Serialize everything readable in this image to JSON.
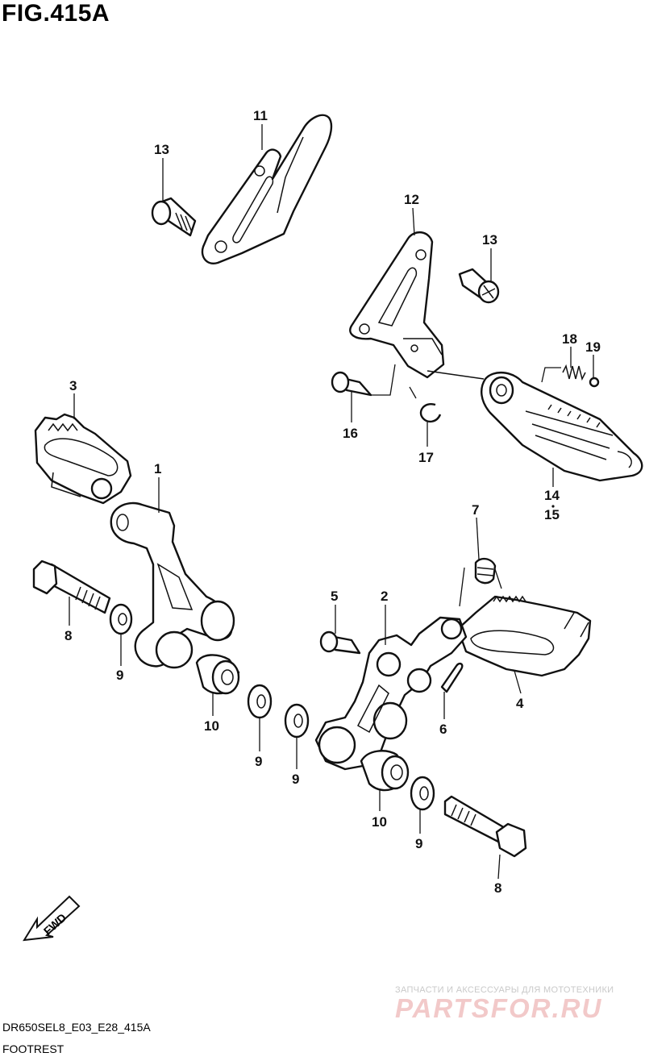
{
  "figure": {
    "title": "FIG.415A",
    "code": "DR650SEL8_E03_E28_415A",
    "name": "FOOTREST",
    "fwd_label": "FWD"
  },
  "watermark": {
    "tagline": "ЗАПЧАСТИ И АКСЕССУАРЫ ДЛЯ МОТОТЕХНИКИ",
    "logo": "PARTSFOR.RU"
  },
  "callouts": [
    {
      "id": "c11",
      "label": "11"
    },
    {
      "id": "c13a",
      "label": "13"
    },
    {
      "id": "c12",
      "label": "12"
    },
    {
      "id": "c13b",
      "label": "13"
    },
    {
      "id": "c18",
      "label": "18"
    },
    {
      "id": "c19",
      "label": "19"
    },
    {
      "id": "c16",
      "label": "16"
    },
    {
      "id": "c17",
      "label": "17"
    },
    {
      "id": "c14",
      "label": "14"
    },
    {
      "id": "c15",
      "label": "15"
    },
    {
      "id": "c3",
      "label": "3"
    },
    {
      "id": "c1",
      "label": "1"
    },
    {
      "id": "c8a",
      "label": "8"
    },
    {
      "id": "c9a",
      "label": "9"
    },
    {
      "id": "c10a",
      "label": "10"
    },
    {
      "id": "c9b",
      "label": "9"
    },
    {
      "id": "c7",
      "label": "7"
    },
    {
      "id": "c5",
      "label": "5"
    },
    {
      "id": "c2",
      "label": "2"
    },
    {
      "id": "c6",
      "label": "6"
    },
    {
      "id": "c4",
      "label": "4"
    },
    {
      "id": "c9c",
      "label": "9"
    },
    {
      "id": "c10b",
      "label": "10"
    },
    {
      "id": "c9d",
      "label": "9"
    },
    {
      "id": "c8b",
      "label": "8"
    }
  ]
}
